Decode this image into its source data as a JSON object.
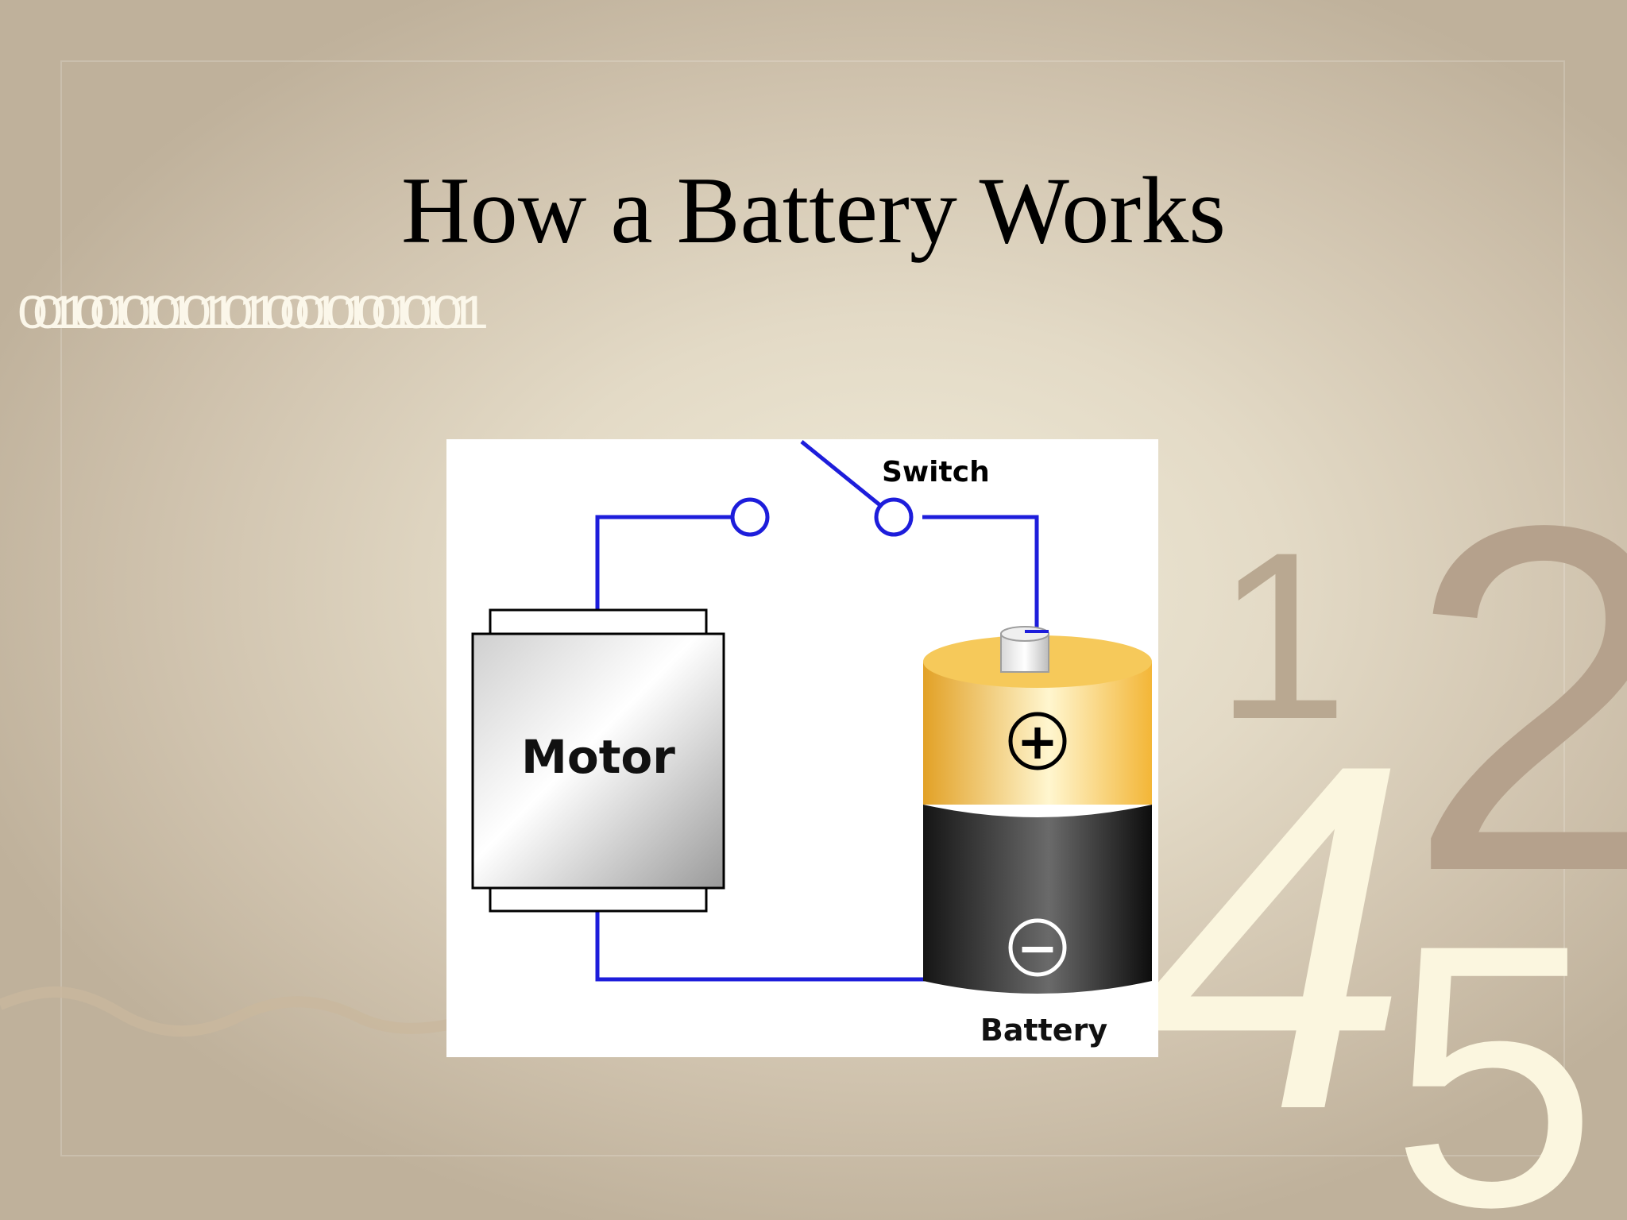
{
  "slide": {
    "title": "How a Battery Works",
    "decor_binary": "0011001010101101100010100101011",
    "decor_numbers": [
      "1",
      "2",
      "4",
      "5"
    ]
  },
  "diagram": {
    "labels": {
      "switch": "Switch",
      "motor": "Motor",
      "battery": "Battery",
      "plus": "+",
      "minus": "−"
    },
    "colors": {
      "wire": "#1d1ddb",
      "battery_top": "#f3b637",
      "battery_bottom": "#111111"
    }
  }
}
